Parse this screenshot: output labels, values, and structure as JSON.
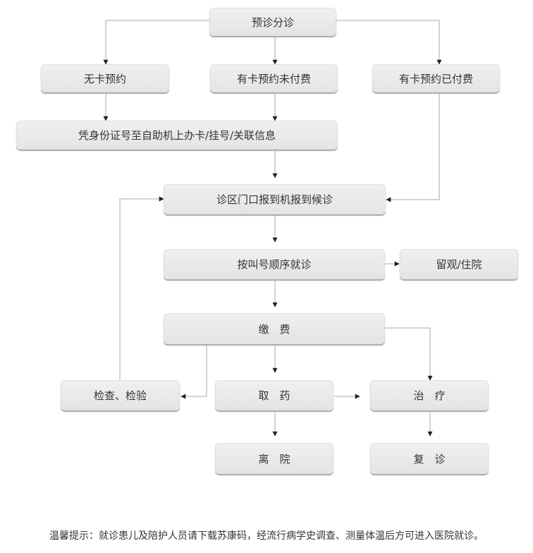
{
  "nodes": {
    "triage": "预诊分诊",
    "no_card": "无卡预约",
    "card_unpaid": "有卡预约未付费",
    "card_paid": "有卡预约已付费",
    "id_card": "凭身份证号至自助机上办卡/挂号/关联信息",
    "checkin": "诊区门口报到机报到候诊",
    "call_number": "按叫号顺序就诊",
    "observation": "留观/住院",
    "payment": "缴　费",
    "examination": "检查、检验",
    "medicine": "取　药",
    "treatment": "治　疗",
    "discharge": "离　院",
    "revisit": "复　诊"
  },
  "footer": {
    "tip": "温馨提示：就诊患儿及陪护人员请下载苏康码，经流行病学史调查、测量体温后方可进入医院就诊。"
  },
  "colors": {
    "box_top": "#f0f0f0",
    "box_bottom": "#e4e4e4",
    "shadow": "#a9a9a9",
    "connector": "#aaaaaa",
    "arrow": "#222222",
    "text": "#333333"
  }
}
